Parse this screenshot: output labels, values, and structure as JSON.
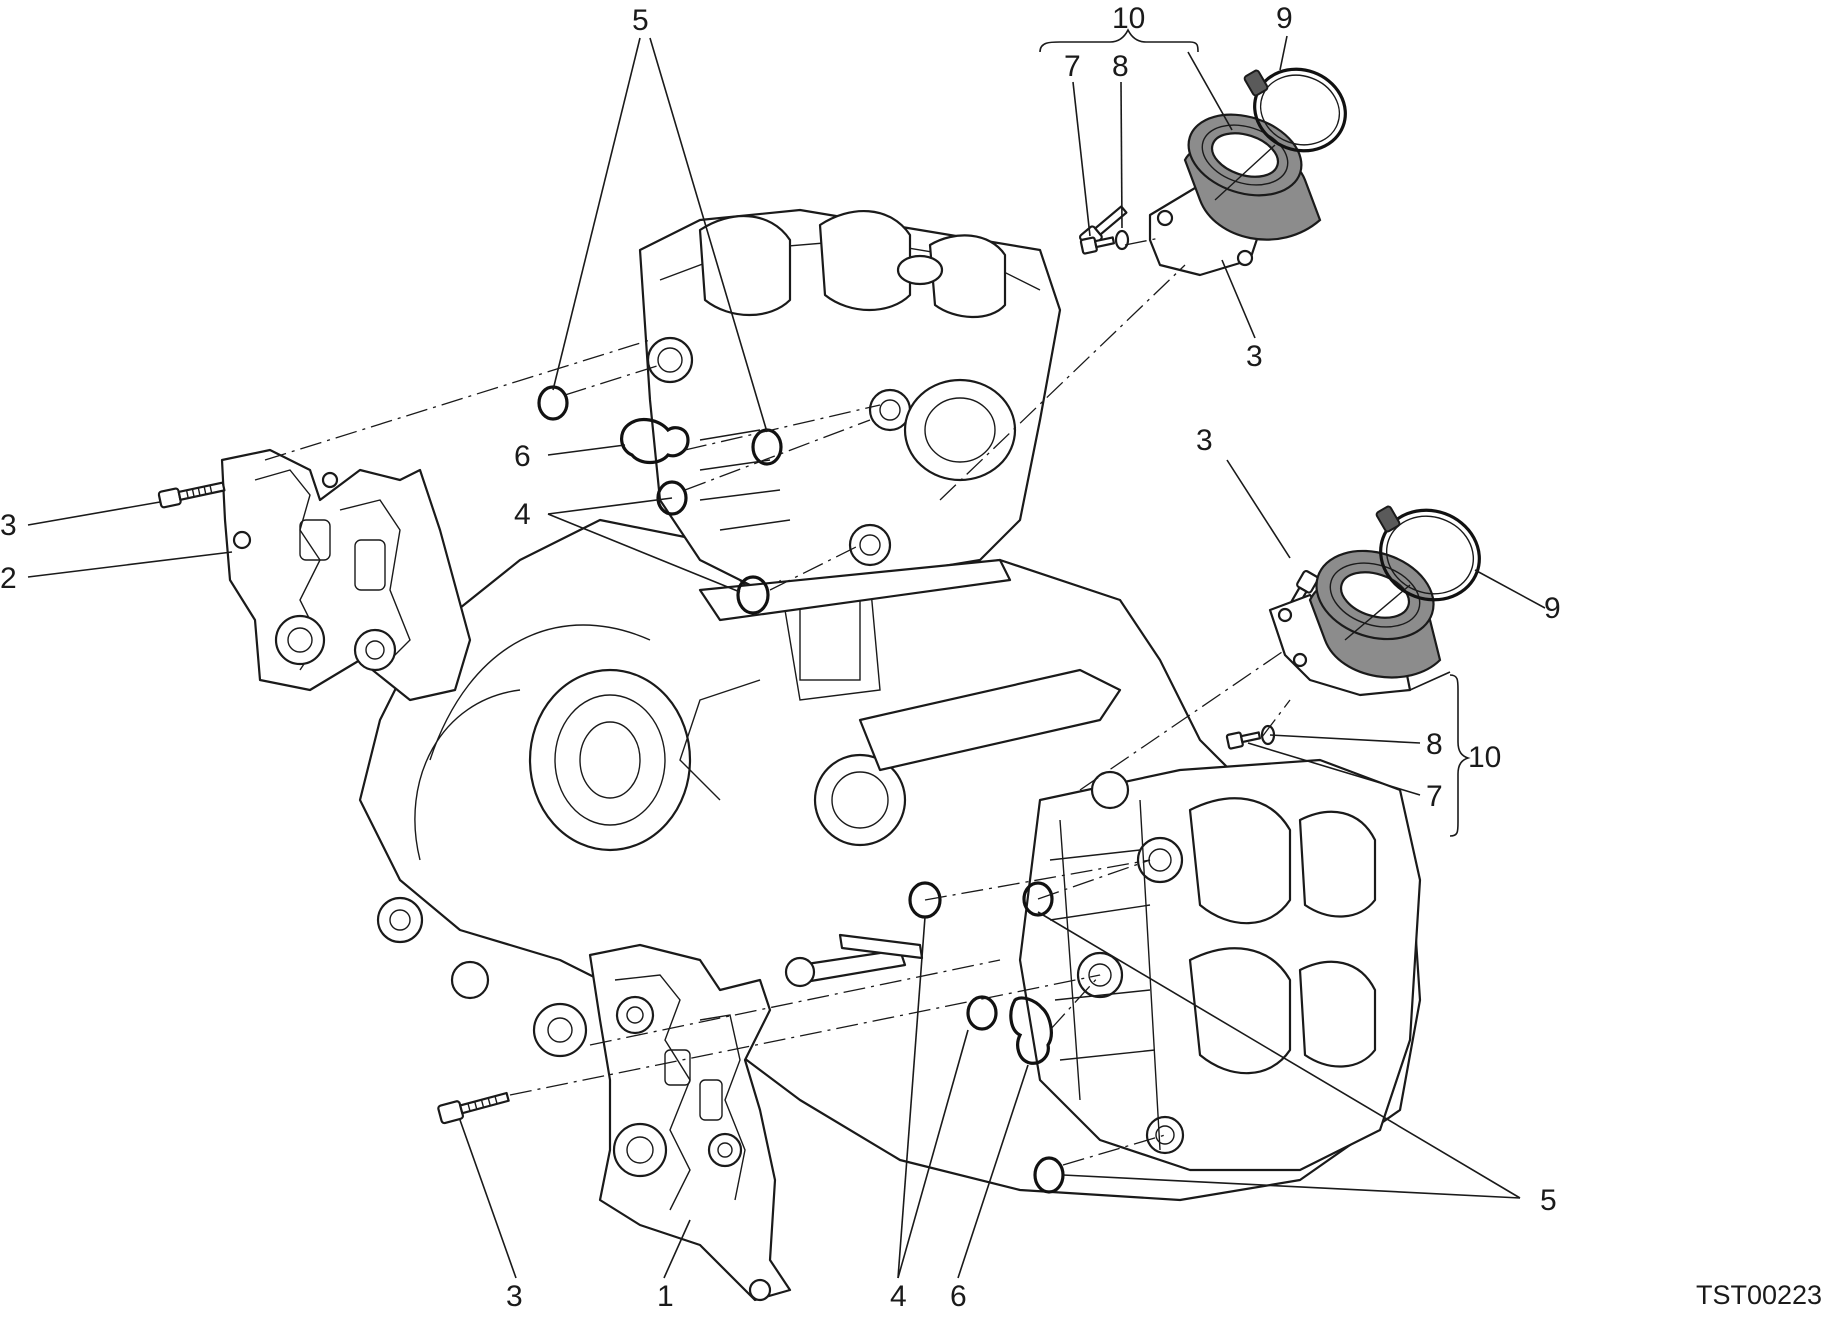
{
  "drawing_code": "TST00223",
  "callouts": {
    "c1": "1",
    "c2": "2",
    "c3": "3",
    "c4": "4",
    "c5": "5",
    "c6": "6",
    "c7": "7",
    "c8": "8",
    "c9": "9",
    "c10": "10"
  },
  "icons": {
    "engine": "engine-block-drawing",
    "intake": "intake-manifold-drawing",
    "clamp": "hose-clamp-drawing",
    "cover": "timing-cover-drawing",
    "screw": "screw-drawing",
    "seal": "o-ring-drawing"
  }
}
